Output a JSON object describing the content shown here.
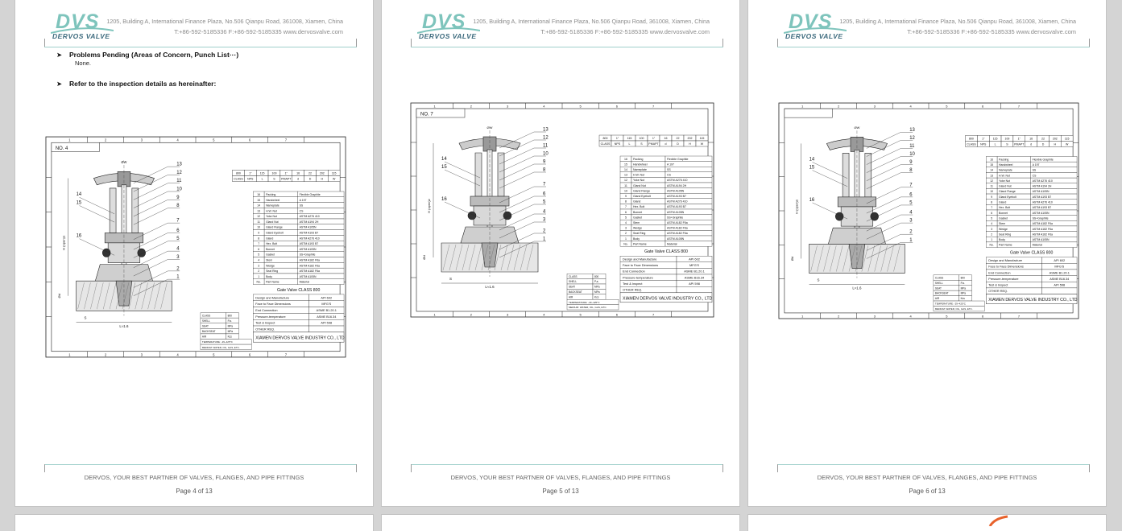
{
  "company": {
    "logo_mark": "DVS",
    "logo_name": "DERVOS VALVE",
    "address": "1205, Building A, International Finance Plaza, No.506 Qianpu Road, 361008, Xiamen, China",
    "contact": "T:+86-592-5185336    F:+86-592-5185335    www.dervosvalve.com",
    "slogan": "DERVOS, YOUR BEST PARTNER OF VALVES, FLANGES, AND PIPE FITTINGS"
  },
  "colors": {
    "accent": "#7ec4bc",
    "brand_dark": "#3d6b7e",
    "rule": "#9fd0cb",
    "viewer_bg": "#d4d4d4"
  },
  "pages": [
    {
      "label": "Page 4 of 13",
      "drawing_no": "NO. 4"
    },
    {
      "label": "Page 5 of 13",
      "drawing_no": "NO. 7"
    },
    {
      "label": "Page 6 of 13",
      "drawing_no": ""
    }
  ],
  "page4": {
    "bullet1": "Problems Pending (Areas of Concern, Punch List···)",
    "none": "None.",
    "bullet2": "Refer to the inspection details as hereinafter:"
  },
  "drawing": {
    "title": "Gate Valve  CLASS 800",
    "company_block": "XIAMEN DERVOS VALVE INDUSTRY CO., LTD",
    "spec_rows": [
      [
        "Design and Manufacture",
        "API 602"
      ],
      [
        "Face to Face Dimensions",
        "MFG'S"
      ],
      [
        "End Connection",
        "ASME B1.20.1"
      ],
      [
        "Pressure-temperature",
        "ASME B16.34"
      ],
      [
        "Test & Inspect",
        "API 598"
      ],
      [
        "OTHER REQ.",
        ""
      ]
    ],
    "parts": [
      [
        "16",
        "Packing",
        "Flexible Graphite"
      ],
      [
        "15",
        "Handwheel",
        "A 197"
      ],
      [
        "14",
        "Nameplate",
        "SS"
      ],
      [
        "13",
        "H.W. Nut",
        "CS"
      ],
      [
        "12",
        "Yoke Nut",
        "ASTM A276 410"
      ],
      [
        "11",
        "Gland Nut",
        "ASTM A194 2H"
      ],
      [
        "10",
        "Gland Flange",
        "ASTM A105N"
      ],
      [
        "9",
        "Gland Eyebolt",
        "ASTM A193 B7"
      ],
      [
        "8",
        "Gland",
        "ASTM A276 410"
      ],
      [
        "7",
        "Hex. Bolt",
        "ASTM A193 B7"
      ],
      [
        "6",
        "Bonnet",
        "ASTM A105N"
      ],
      [
        "5",
        "Gasket",
        "SS+Graphite"
      ],
      [
        "4",
        "Stem",
        "ASTM A182 F6a"
      ],
      [
        "3",
        "Wedge",
        "ASTM A182 F6a"
      ],
      [
        "2",
        "Seat Ring",
        "ASTM A182 F6a"
      ],
      [
        "1",
        "Body",
        "ASTM A105N"
      ]
    ],
    "parts_header": [
      "No.",
      "Part Name",
      "Material"
    ],
    "dim_rows": [
      [
        "800",
        "1\"",
        "115",
        "100",
        "1\"",
        "16",
        "22",
        "202",
        "115"
      ],
      [
        "CLASS",
        "NPS",
        "L",
        "S",
        "PMAPT",
        "d",
        "D",
        "H",
        "W"
      ]
    ],
    "test_header": [
      "CLASS",
      "800"
    ],
    "test_rows": [
      [
        "SHELL",
        "P.a."
      ],
      [
        "SEAT",
        "MPa"
      ],
      [
        "BACKSEAT",
        "MPa"
      ],
      [
        "AIR",
        "Kcs"
      ]
    ],
    "temperature": "TEMPERATURE: -29~425°C",
    "medium": "MEDIUM: WATER, OIL, GAS, ETC.",
    "callouts": [
      "13",
      "12",
      "11",
      "10",
      "9",
      "8",
      "7",
      "6",
      "5",
      "4",
      "3",
      "2",
      "1",
      "14",
      "15",
      "16"
    ],
    "length_label": "L≈1.6",
    "s_label": "S",
    "h_label": "H (open)≥",
    "d_label": "Ød",
    "w_label": "ØW"
  }
}
